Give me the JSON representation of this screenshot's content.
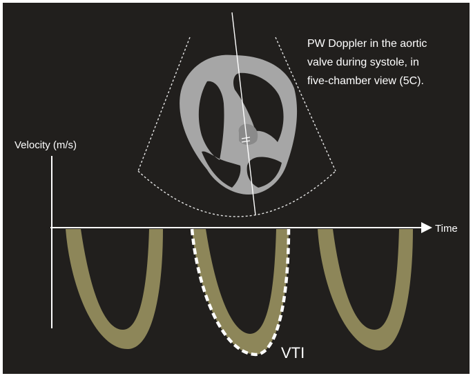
{
  "caption": {
    "line1": "PW Doppler in the aortic",
    "line2": "valve during systole, in",
    "line3": "five-chamber view (5C)."
  },
  "axes": {
    "y_label": "Velocity (m/s)",
    "x_label": "Time"
  },
  "annotation": {
    "vti_label": "VTI"
  },
  "colors": {
    "background": "#211f1d",
    "waveform_fill": "#8d8659",
    "heart": "#a6a6a6",
    "axis": "#ffffff",
    "vti_outline": "#ffffff"
  },
  "waveforms": {
    "count": 3,
    "highlighted_index": 1
  },
  "sector": {
    "style": "dashed"
  }
}
